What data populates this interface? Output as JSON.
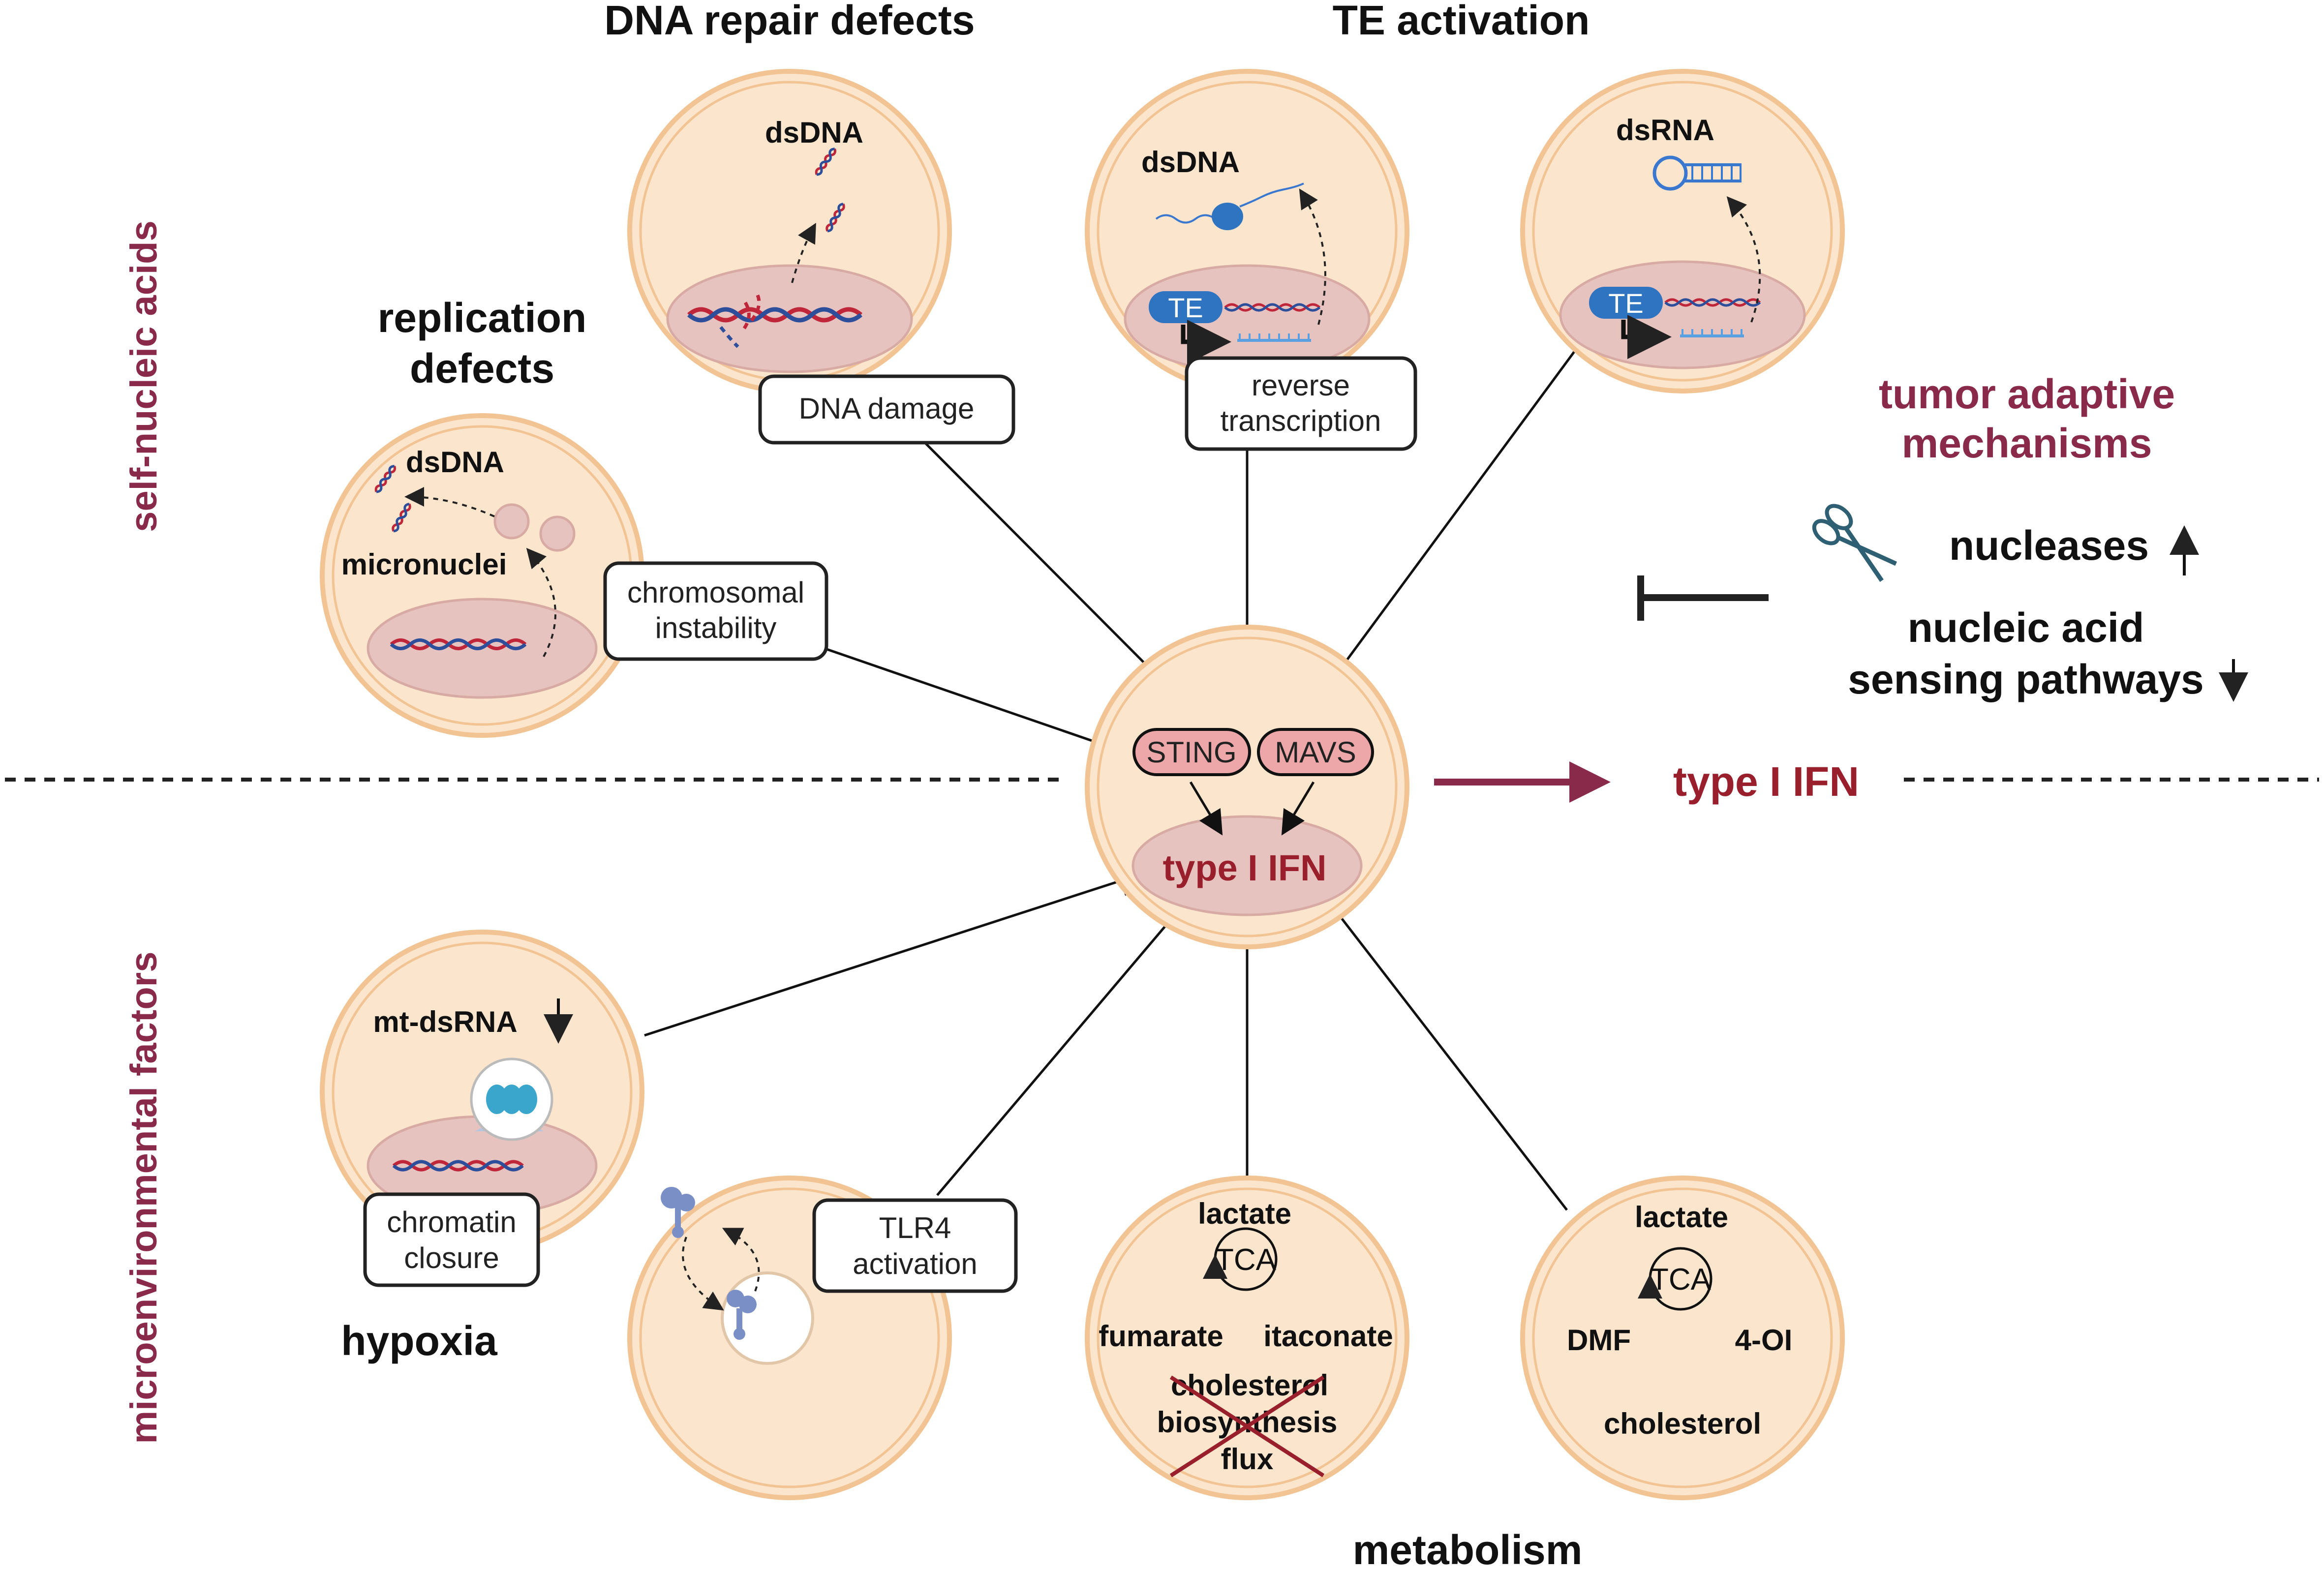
{
  "headers": {
    "dna_repair": "DNA repair defects",
    "te_activation": "TE activation",
    "replication_line1": "replication",
    "replication_line2": "defects",
    "hypoxia": "hypoxia",
    "metabolism": "metabolism"
  },
  "side_labels": {
    "self_nucleic": "self-nucleic acids",
    "microenvironmental": "microenvironmental factors"
  },
  "cell_labels": {
    "dna_repair_dsdna": "dsDNA",
    "te_dsdna": "dsDNA",
    "te_dsrna": "dsRNA",
    "te_tag_1": "TE",
    "te_tag_2": "TE",
    "replication_dsdna": "dsDNA",
    "micronuclei": "micronuclei",
    "mt_dsrna": "mt-dsRNA",
    "met1_lactate": "lactate",
    "met1_tca": "TCA",
    "met1_fumarate": "fumarate",
    "met1_itaconate": "itaconate",
    "met1_chol_1": "cholesterol",
    "met1_chol_2": "biosynthesis",
    "met1_chol_3": "flux",
    "met2_lactate": "lactate",
    "met2_tca": "TCA",
    "met2_dmf": "DMF",
    "met2_4oi": "4-OI",
    "met2_cholesterol": "cholesterol"
  },
  "boxes": {
    "dna_damage": "DNA damage",
    "reverse_1": "reverse",
    "reverse_2": "transcription",
    "chromosomal_1": "chromosomal",
    "chromosomal_2": "instability",
    "chromatin_1": "chromatin",
    "chromatin_2": "closure",
    "tlr4_1": "TLR4",
    "tlr4_2": "activation"
  },
  "center": {
    "sting": "STING",
    "mavs": "MAVS",
    "type_i_ifn": "type I IFN"
  },
  "right_panel": {
    "output_ifn": "type I IFN",
    "tumor_1": "tumor adaptive",
    "tumor_2": "mechanisms",
    "nucleases": "nucleases",
    "sensing_1": "nucleic acid",
    "sensing_2": "sensing pathways"
  },
  "colors": {
    "cell_fill": "#fbe5cc",
    "cell_stroke": "#f2c393",
    "nucleus_fill": "#e7c3bf",
    "pill_fill": "#eda7a8",
    "maroon": "#8a2a4a",
    "ifn_red": "#9a1f2c",
    "te_blue": "#2f74c0"
  }
}
